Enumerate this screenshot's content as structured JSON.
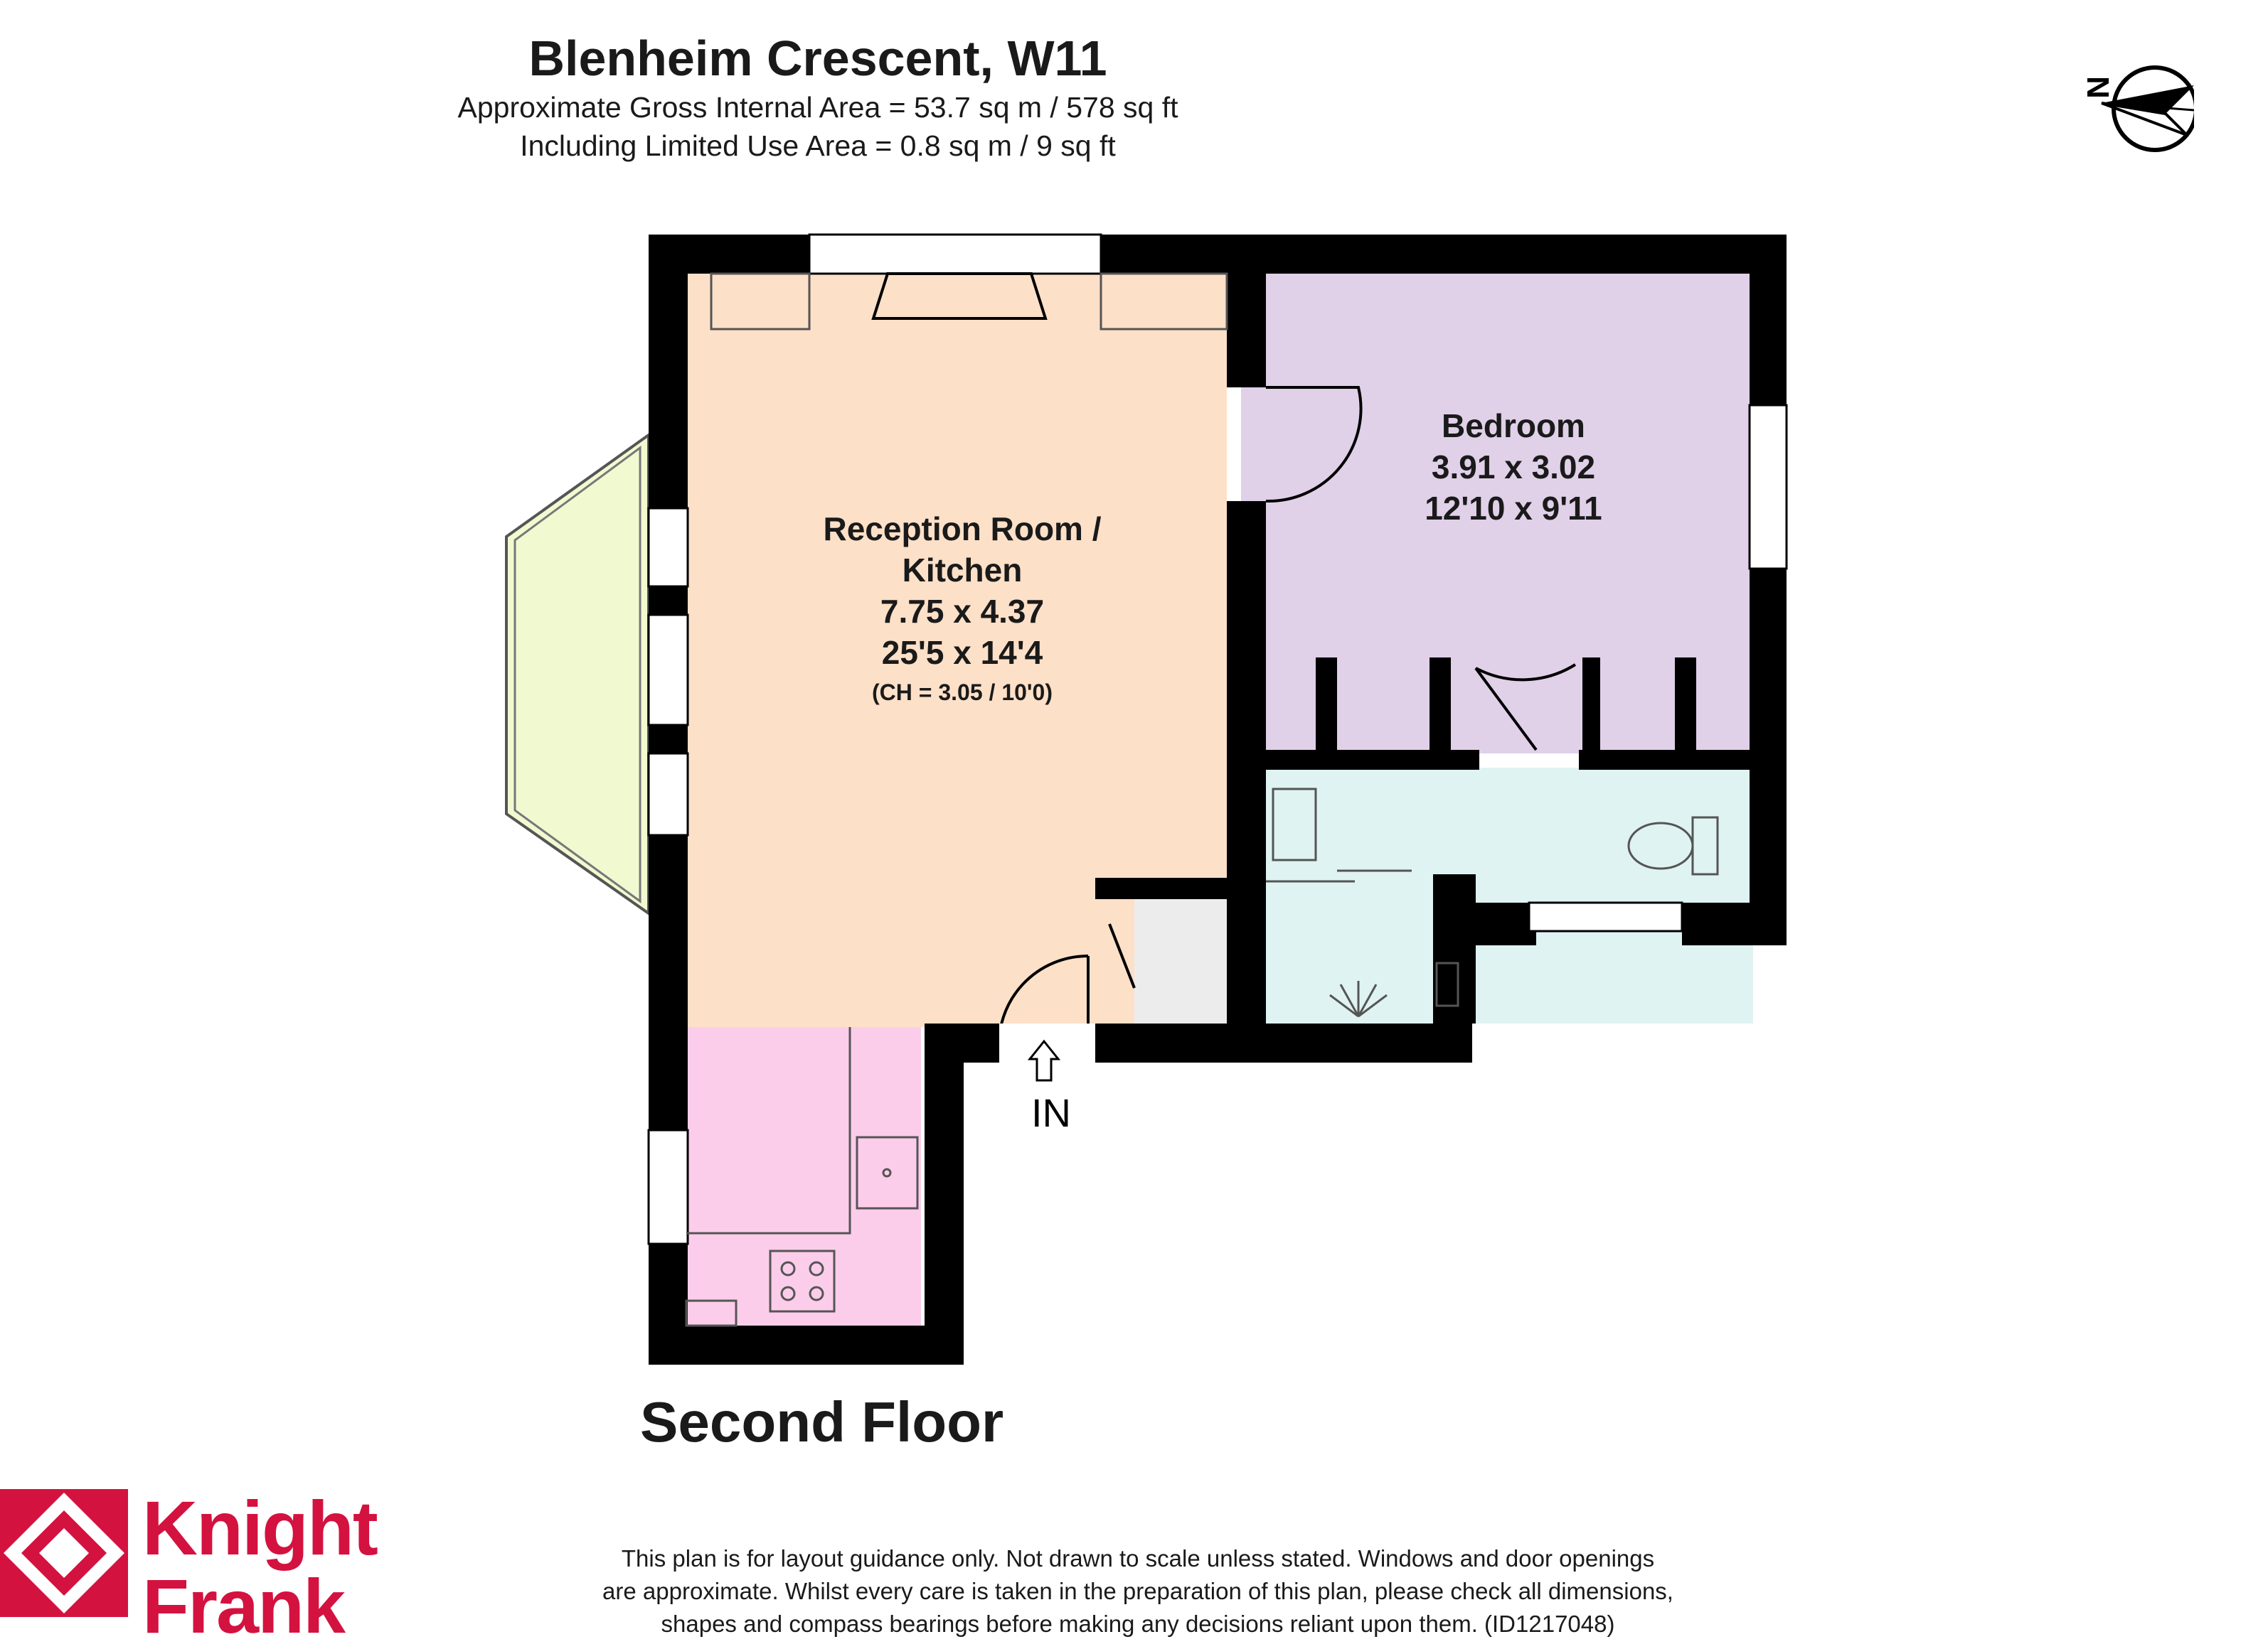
{
  "header": {
    "title": "Blenheim Crescent, W11",
    "area_line": "Approximate Gross Internal Area = 53.7 sq m / 578 sq ft",
    "limited_line": "Including Limited Use Area = 0.8 sq m / 9 sq ft"
  },
  "compass": {
    "letter": "N"
  },
  "rooms": {
    "reception": {
      "name_line1": "Reception Room /",
      "name_line2": "Kitchen",
      "metric": "7.75 x 4.37",
      "imperial": "25'5 x 14'4",
      "ceiling": "(CH = 3.05 / 10'0)"
    },
    "bedroom": {
      "name": "Bedroom",
      "metric": "3.91 x 3.02",
      "imperial": "12'10 x 9'11"
    }
  },
  "entrance_label": "IN",
  "floor_label": "Second Floor",
  "disclaimer": {
    "line1": "This plan is for layout guidance only. Not drawn to scale unless stated. Windows and door openings",
    "line2": "are approximate. Whilst every care is taken in the preparation of this plan, please check all dimensions,",
    "line3": "shapes and compass bearings before making any decisions reliant upon them. (ID1217048)"
  },
  "brand": {
    "line1": "Knight",
    "line2": "Frank",
    "color": "#d4123f"
  },
  "colors": {
    "reception": "#fde0c8",
    "bedroom": "#e0d0e8",
    "kitchen": "#fccdea",
    "bathroom": "#dff3f2",
    "balcony": "#f1f9d1",
    "store": "#ececec",
    "wall": "#000000"
  }
}
